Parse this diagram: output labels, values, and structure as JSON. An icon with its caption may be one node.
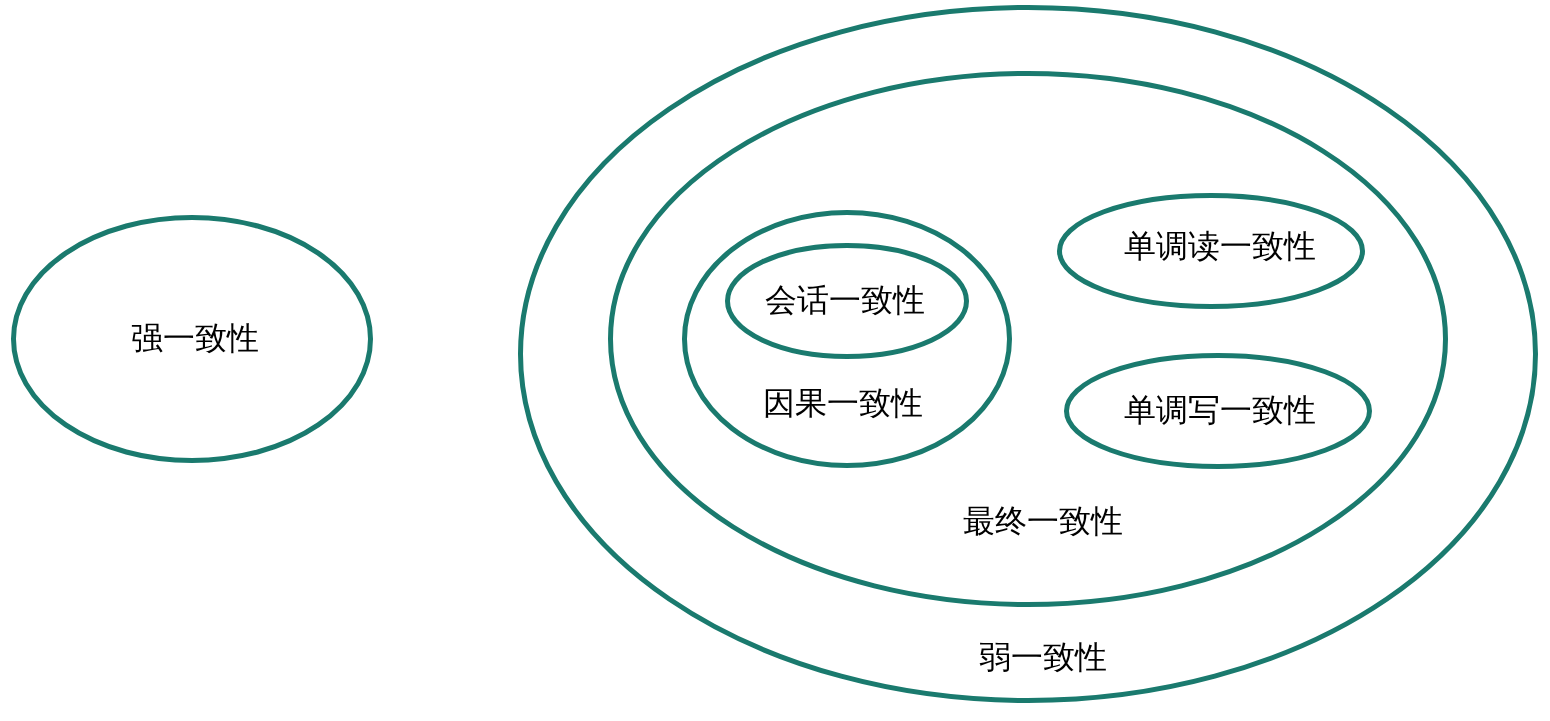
{
  "diagram": {
    "nodes": [
      {
        "text": [
          "强一致性"
        ]
      },
      {
        "text": [
          "弱一致性"
        ]
      },
      {
        "text": [
          "最终一致性"
        ],
        "in": 1
      },
      {
        "text": [
          "因果一致性"
        ],
        "in": 2
      },
      {
        "text": [
          "会话一致性"
        ],
        "in": 3
      },
      {
        "text": [
          "单调读一致性"
        ],
        "in": 2
      },
      {
        "text": [
          "单调写一致性"
        ],
        "in": 2
      }
    ]
  }
}
